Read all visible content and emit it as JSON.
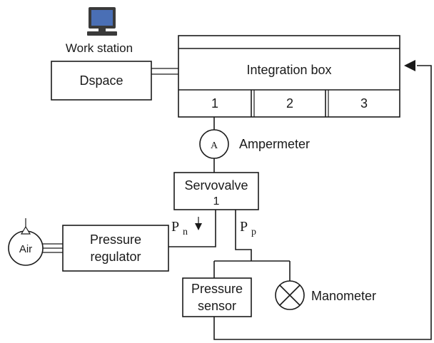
{
  "workstation": {
    "label": "Work station"
  },
  "dspace": {
    "label": "Dspace"
  },
  "integration_box": {
    "label": "Integration box",
    "channels": [
      "1",
      "2",
      "3"
    ]
  },
  "ampermeter": {
    "symbol": "A",
    "label": "Ampermeter"
  },
  "servovalve": {
    "line1": "Servovalve",
    "line2": "1"
  },
  "ports": {
    "pn_main": "P",
    "pn_sub": "n",
    "pp_main": "P",
    "pp_sub": "p"
  },
  "air": {
    "label": "Air"
  },
  "pressure_regulator": {
    "line1": "Pressure",
    "line2": "regulator"
  },
  "pressure_sensor": {
    "line1": "Pressure",
    "line2": "sensor"
  },
  "manometer": {
    "label": "Manometer"
  },
  "colors": {
    "line": "#1a1a1a",
    "monitor_screen": "#4a6fb5",
    "monitor_body": "#3a3a3a"
  }
}
